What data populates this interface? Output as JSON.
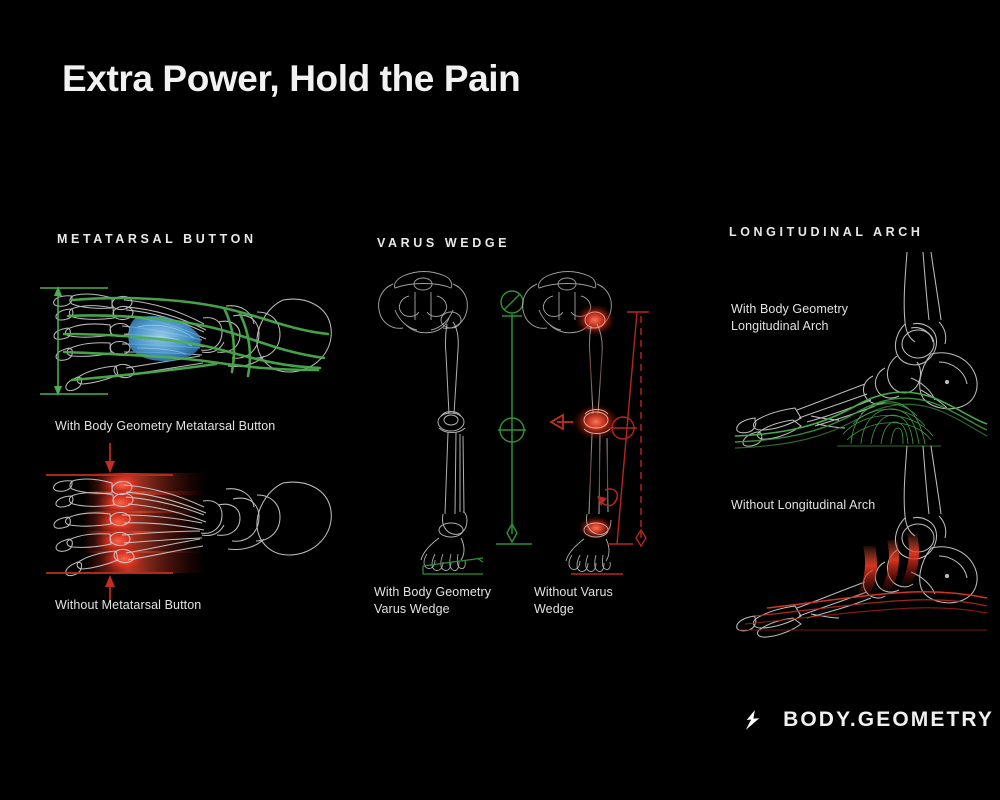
{
  "title": "Extra Power, Hold the Pain",
  "background_color": "#000000",
  "colors": {
    "background": "#000000",
    "text": "#f2f2f2",
    "bone_outline": "#cfcfcf",
    "good_green": "#4caf50",
    "annotation_green": "#2e7d32",
    "pain_red": "#e23b2e",
    "annotation_red": "#9e2a20",
    "button_blue": "#4ea3dd"
  },
  "sections": [
    {
      "id": "metatarsal",
      "header": "METATARSAL BUTTON",
      "figures": [
        {
          "id": "meta-top",
          "caption": "With Body Geometry Metatarsal Button",
          "state": "with",
          "accent": "#4caf50",
          "annotation": "green double-headed measurement arrow showing spread metatarsal heads",
          "overlay": "blue metatarsal button pad"
        },
        {
          "id": "meta-bottom",
          "caption": "Without Metatarsal Button",
          "state": "without",
          "accent": "#e23b2e",
          "annotation": "red compression arrows pressing metatarsal heads together",
          "overlay": "red inflamed nerve compression"
        }
      ]
    },
    {
      "id": "varus",
      "header": "VARUS WEDGE",
      "figures": [
        {
          "id": "varus-left",
          "caption": "With Body Geometry\nVarus Wedge",
          "state": "with",
          "accent": "#4caf50",
          "annotation": "green plumb line aligned through hip, knee and ankle"
        },
        {
          "id": "varus-right",
          "caption": "Without Varus\nWedge",
          "state": "without",
          "accent": "#e23b2e",
          "annotation": "red tilted alignment line deviating from dashed vertical reference"
        }
      ]
    },
    {
      "id": "arch",
      "header": "LONGITUDINAL ARCH",
      "figures": [
        {
          "id": "arch-top",
          "caption": "With Body Geometry\nLongitudinal Arch",
          "state": "with",
          "accent": "#4caf50",
          "annotation": "green supportive arch mesh under the foot"
        },
        {
          "id": "arch-bottom",
          "caption": "Without Longitudinal Arch",
          "state": "without",
          "accent": "#e23b2e",
          "annotation": "flattened red lines and red midfoot stress bands"
        }
      ]
    }
  ],
  "logo": {
    "mark": "specialized-s-icon",
    "text": "BODY.GEOMETRY"
  }
}
